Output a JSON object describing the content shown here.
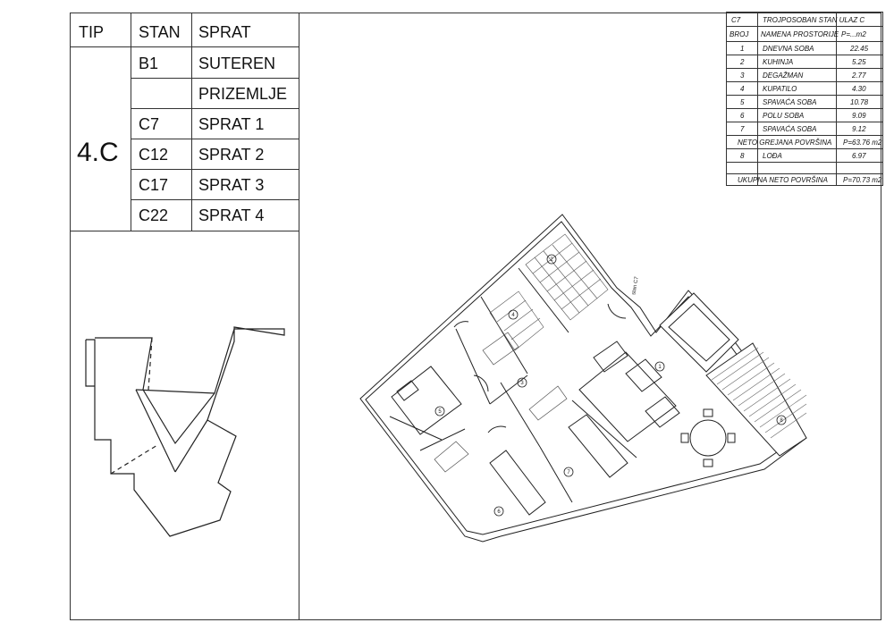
{
  "left_table": {
    "headers": {
      "tip": "TIP",
      "stan": "STAN",
      "sprat": "SPRAT"
    },
    "tip_value": "4.C",
    "rows": [
      {
        "stan": "B1",
        "sprat": "SUTEREN"
      },
      {
        "stan": "",
        "sprat": "PRIZEMLJE"
      },
      {
        "stan": "C7",
        "sprat": "SPRAT 1"
      },
      {
        "stan": "C12",
        "sprat": "SPRAT 2"
      },
      {
        "stan": "C17",
        "sprat": "SPRAT 3"
      },
      {
        "stan": "C22",
        "sprat": "SPRAT 4"
      }
    ]
  },
  "room_table": {
    "code": "C7",
    "title": "TROJPOSOBAN STAN ULAZ C",
    "col_broj": "BROJ",
    "col_namena": "NAMENA PROSTORIJE",
    "col_p": "P=...m2",
    "rooms": [
      {
        "broj": "1",
        "namena": "DNEVNA SOBA",
        "p": "22.45"
      },
      {
        "broj": "2",
        "namena": "KUHINJA",
        "p": "5.25"
      },
      {
        "broj": "3",
        "namena": "DEGAŽMAN",
        "p": "2.77"
      },
      {
        "broj": "4",
        "namena": "KUPATILO",
        "p": "4.30"
      },
      {
        "broj": "5",
        "namena": "SPAVAĆA SOBA",
        "p": "10.78"
      },
      {
        "broj": "6",
        "namena": "POLU SOBA",
        "p": "9.09"
      },
      {
        "broj": "7",
        "namena": "SPAVAĆA SOBA",
        "p": "9.12"
      }
    ],
    "neto_grejana_label": "NETO GREJANA POVRŠINA",
    "neto_grejana_value": "P=63.76 m2",
    "lodja": {
      "broj": "8",
      "namena": "LOĐA",
      "p": "6.97"
    },
    "ukupna_label": "UKUPNA NETO POVRŠINA",
    "ukupna_value": "P=70.73 m2"
  },
  "plan": {
    "entrance_label": "stan C7",
    "room_numbers": [
      "1",
      "2",
      "3",
      "4",
      "5",
      "6",
      "7",
      "8"
    ]
  }
}
